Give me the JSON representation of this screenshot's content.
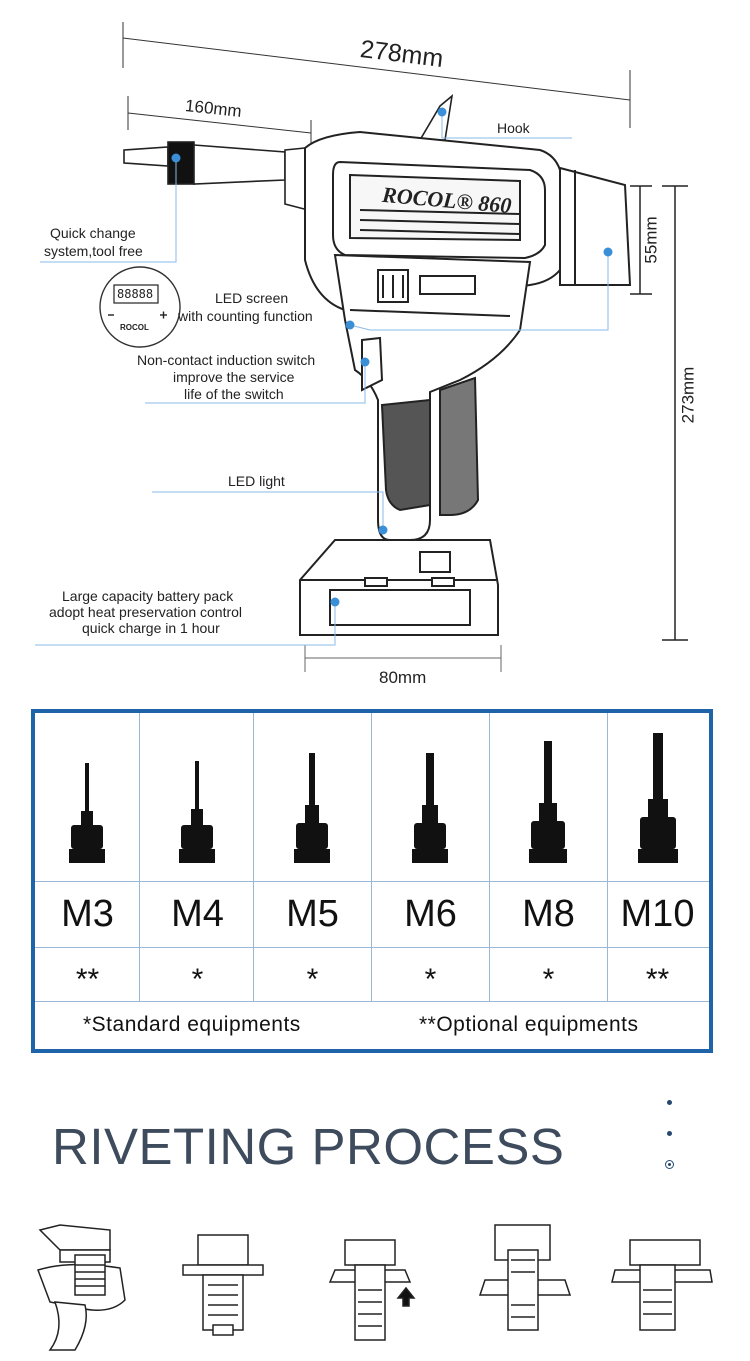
{
  "dimensions": {
    "overall_length": "278mm",
    "nose_length": "160mm",
    "motor_height": "55mm",
    "total_height": "273mm",
    "battery_width": "80mm"
  },
  "callouts": {
    "hook": "Hook",
    "quick_change_1": "Quick change",
    "quick_change_2": "system,tool free",
    "led_screen_1": "LED screen",
    "led_screen_2": "with counting function",
    "switch_1": "Non-contact induction switch",
    "switch_2": "improve the service",
    "switch_3": "life of the switch",
    "led_light": "LED light",
    "battery_1": "Large capacity battery pack",
    "battery_2": "adopt heat preservation control",
    "battery_3": "quick charge in 1 hour"
  },
  "brand": {
    "name": "ROCOL",
    "model": "860",
    "display_digits": "88888"
  },
  "spec_table": {
    "columns": [
      {
        "size": "M3",
        "equipment": "**"
      },
      {
        "size": "M4",
        "equipment": "*"
      },
      {
        "size": "M5",
        "equipment": "*"
      },
      {
        "size": "M6",
        "equipment": "*"
      },
      {
        "size": "M8",
        "equipment": "*"
      },
      {
        "size": "M10",
        "equipment": "**"
      }
    ],
    "legend_standard": "*Standard equipments",
    "legend_optional": "**Optional equipments"
  },
  "process": {
    "title": "RIVETING PROCESS",
    "step_icons": [
      "thread-nut-icon",
      "insert-nut-icon",
      "pull-up-icon",
      "compress-nut-icon",
      "release-icon"
    ]
  },
  "colors": {
    "accent": "#1f63a8",
    "callout": "#3a8fd6",
    "title": "#3d4b5c"
  }
}
